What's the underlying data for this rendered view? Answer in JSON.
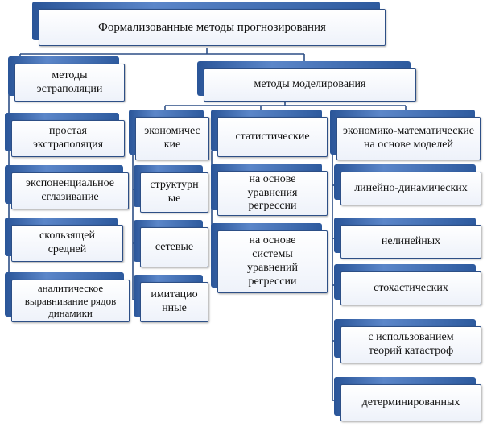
{
  "diagram": {
    "root": "Формализованные методы прогнозирования",
    "extrapolation": {
      "title": "методы эстраполяции",
      "items": [
        "простая экстраполяция",
        "экспоненциальное сглазивание",
        "скользящей средней",
        "аналитическое выравнивание рядов динамики"
      ]
    },
    "modeling": {
      "title": "методы моделирования",
      "economic": {
        "title": "экономические",
        "items": [
          "структурные",
          "сетевые",
          "имитационные"
        ]
      },
      "statistical": {
        "title": "статистические",
        "items": [
          "на основе уравнения регрессии",
          "на основе системы уравнений регрессии"
        ]
      },
      "econ_math": {
        "title": "экономико-математические на основе моделей",
        "items": [
          "линейно-динамических",
          "нелинейных",
          "стохастических",
          "с использованием теорий катастроф",
          "детерминированных"
        ]
      }
    }
  }
}
